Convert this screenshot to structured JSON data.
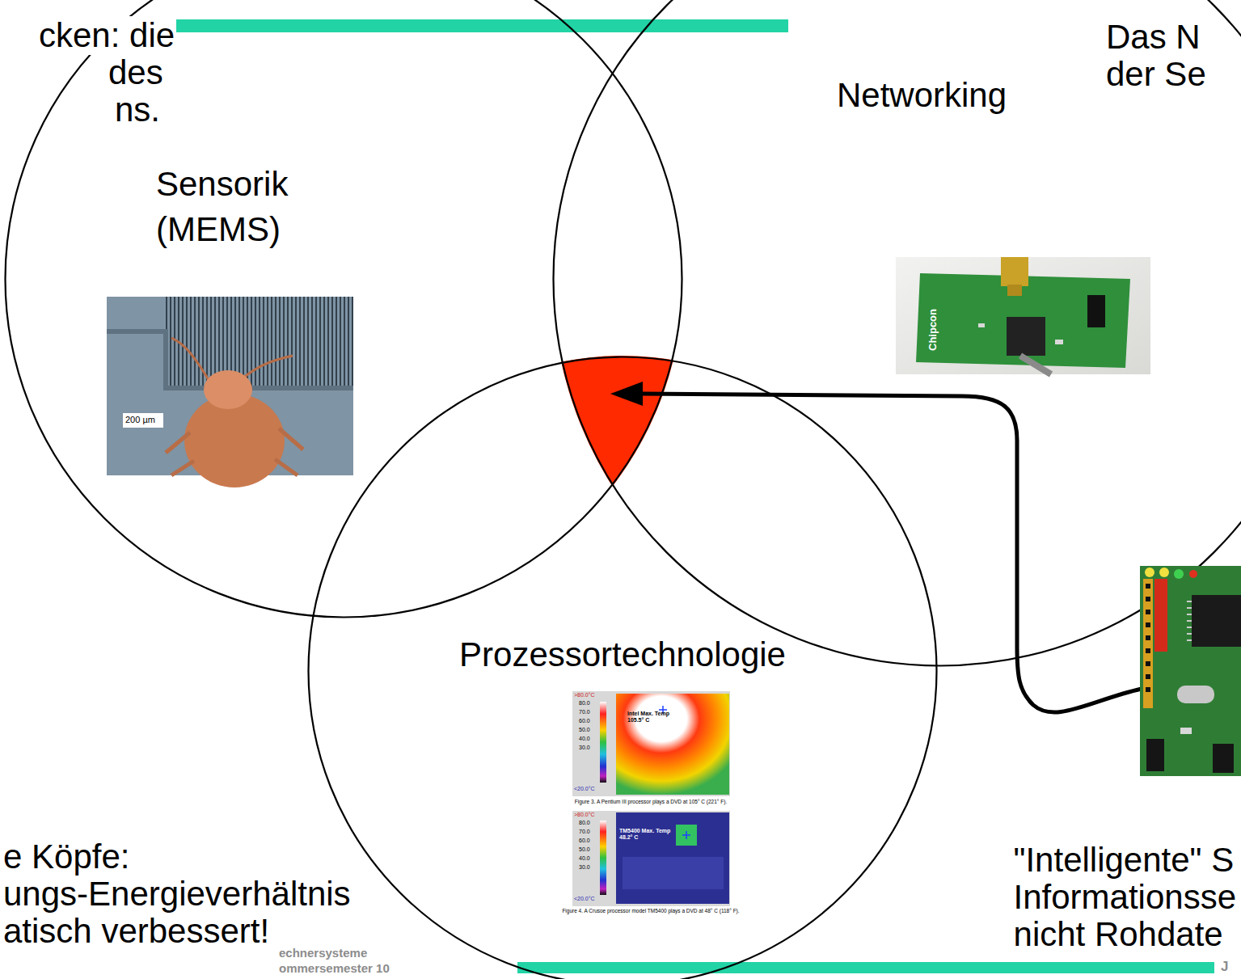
{
  "diagram": {
    "nodes": [
      {
        "text": [
          "Sensorik (MEMS)"
        ]
      },
      {
        "text": [
          "Networking"
        ]
      },
      {
        "text": [
          "Prozessortechnologie"
        ]
      }
    ],
    "labels": [
      "cken: die",
      "des",
      "ns.",
      "Das N",
      "der Se",
      "\"Intelligente\" S",
      "Informationsse",
      "nicht Rohdate",
      "e Köpfe:",
      "ungs-Energieverhältnis",
      "atisch verbessert!",
      "echnersysteme",
      "ommersemester 10",
      "J",
      "200 µm",
      "Chipcon",
      ">80.0°C",
      "80.0",
      "70.0",
      "60.0",
      "50.0",
      "40.0",
      "30.0",
      "<20.0°C",
      "Intel Max. Temp",
      "105.5° C",
      "Figure 3. A Pentium III processor plays a DVD at 105° C (221° F).",
      ">80.0°C",
      "80.0",
      "70.0",
      "60.0",
      "50.0",
      "40.0",
      "30.0",
      "<20.0°C",
      "TM5400 Max. Temp",
      "48.2° C",
      "Figure 4. A Crusoe processor model TM5400 plays a DVD at 48° C (118° F)."
    ]
  }
}
